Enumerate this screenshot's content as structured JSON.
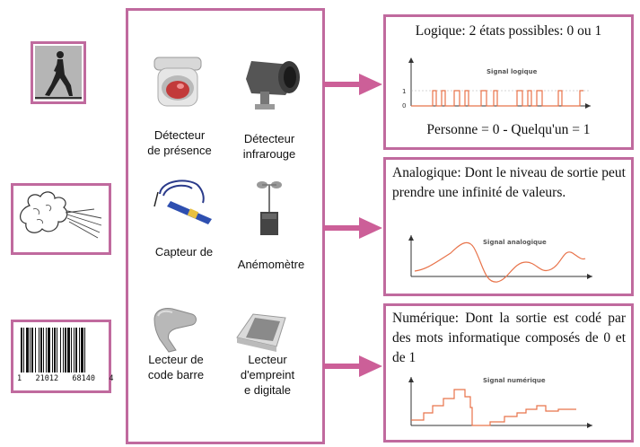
{
  "left_icons": {
    "walker": "walking-person-icon",
    "wind": "wind-blowing-icon",
    "barcode_digits": "1   21012   68140   4"
  },
  "center": {
    "sensors": [
      {
        "label": "Détecteur\nde présence",
        "icon": "motion-detector-icon"
      },
      {
        "label": "Détecteur\ninfrarouge",
        "icon": "infrared-camera-icon"
      },
      {
        "label": "Capteur de",
        "icon": "sensor-probe-icon"
      },
      {
        "label": "Anémomètre",
        "icon": "anemometer-icon"
      },
      {
        "label": "Lecteur de\ncode barre",
        "icon": "barcode-scanner-icon"
      },
      {
        "label": "Lecteur\nd'empreint\ne digitale",
        "icon": "fingerprint-reader-icon"
      }
    ]
  },
  "panels": {
    "logique": {
      "title": "Logique: 2 états possibles: 0 ou 1",
      "graph_title": "Signal logique",
      "y_tick_1": "1",
      "y_tick_0": "0",
      "caption": "Personne = 0 - Quelqu'un = 1"
    },
    "analogique": {
      "text": "Analogique: Dont le niveau de sortie peut prendre une infinité de valeurs.",
      "graph_title": "Signal analogique"
    },
    "numerique": {
      "text": "Numérique: Dont la sortie est codé par des mots informatique composés de 0 et de 1",
      "graph_title": "Signal numérique"
    }
  },
  "colors": {
    "border": "#c06a9e",
    "signal": "#e8734a",
    "arrow": "#cc5f98"
  }
}
